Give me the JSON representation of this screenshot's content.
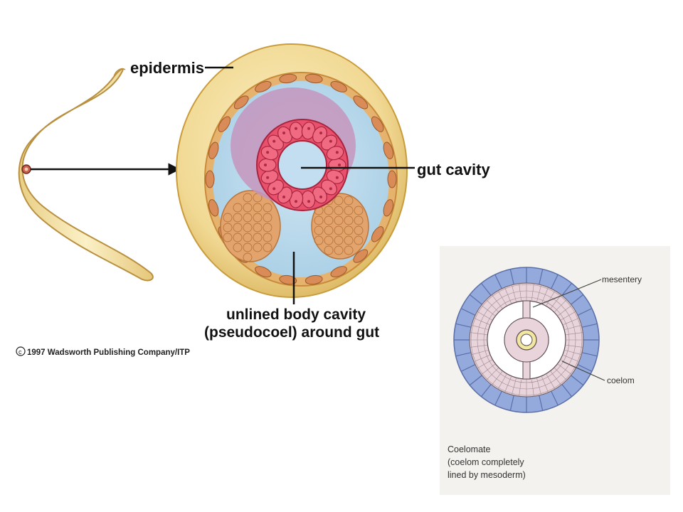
{
  "labels": {
    "epidermis": "epidermis",
    "gut_cavity": "gut cavity",
    "body_cavity_line1": "unlined body cavity",
    "body_cavity_line2": "(pseudocoel) around gut",
    "copyright": "1997 Wadsworth Publishing Company/ITP",
    "copyright_symbol": "c"
  },
  "inset": {
    "mesentery": "mesentery",
    "coelom": "coelom",
    "caption_line1": "Coelomate",
    "caption_line2": "(coelom completely",
    "caption_line3": "lined by mesoderm)"
  },
  "colors": {
    "body_cream": "#f3dc9a",
    "epidermis_edge": "#e3b84f",
    "pseudocoel_blue": "#b9d8ea",
    "gut_red": "#e2445e",
    "gut_purple": "#b57aa9",
    "muscle_tan": "#e0a46a",
    "inset_blue": "#93a8dc",
    "inset_pink": "#e8d6dc"
  }
}
